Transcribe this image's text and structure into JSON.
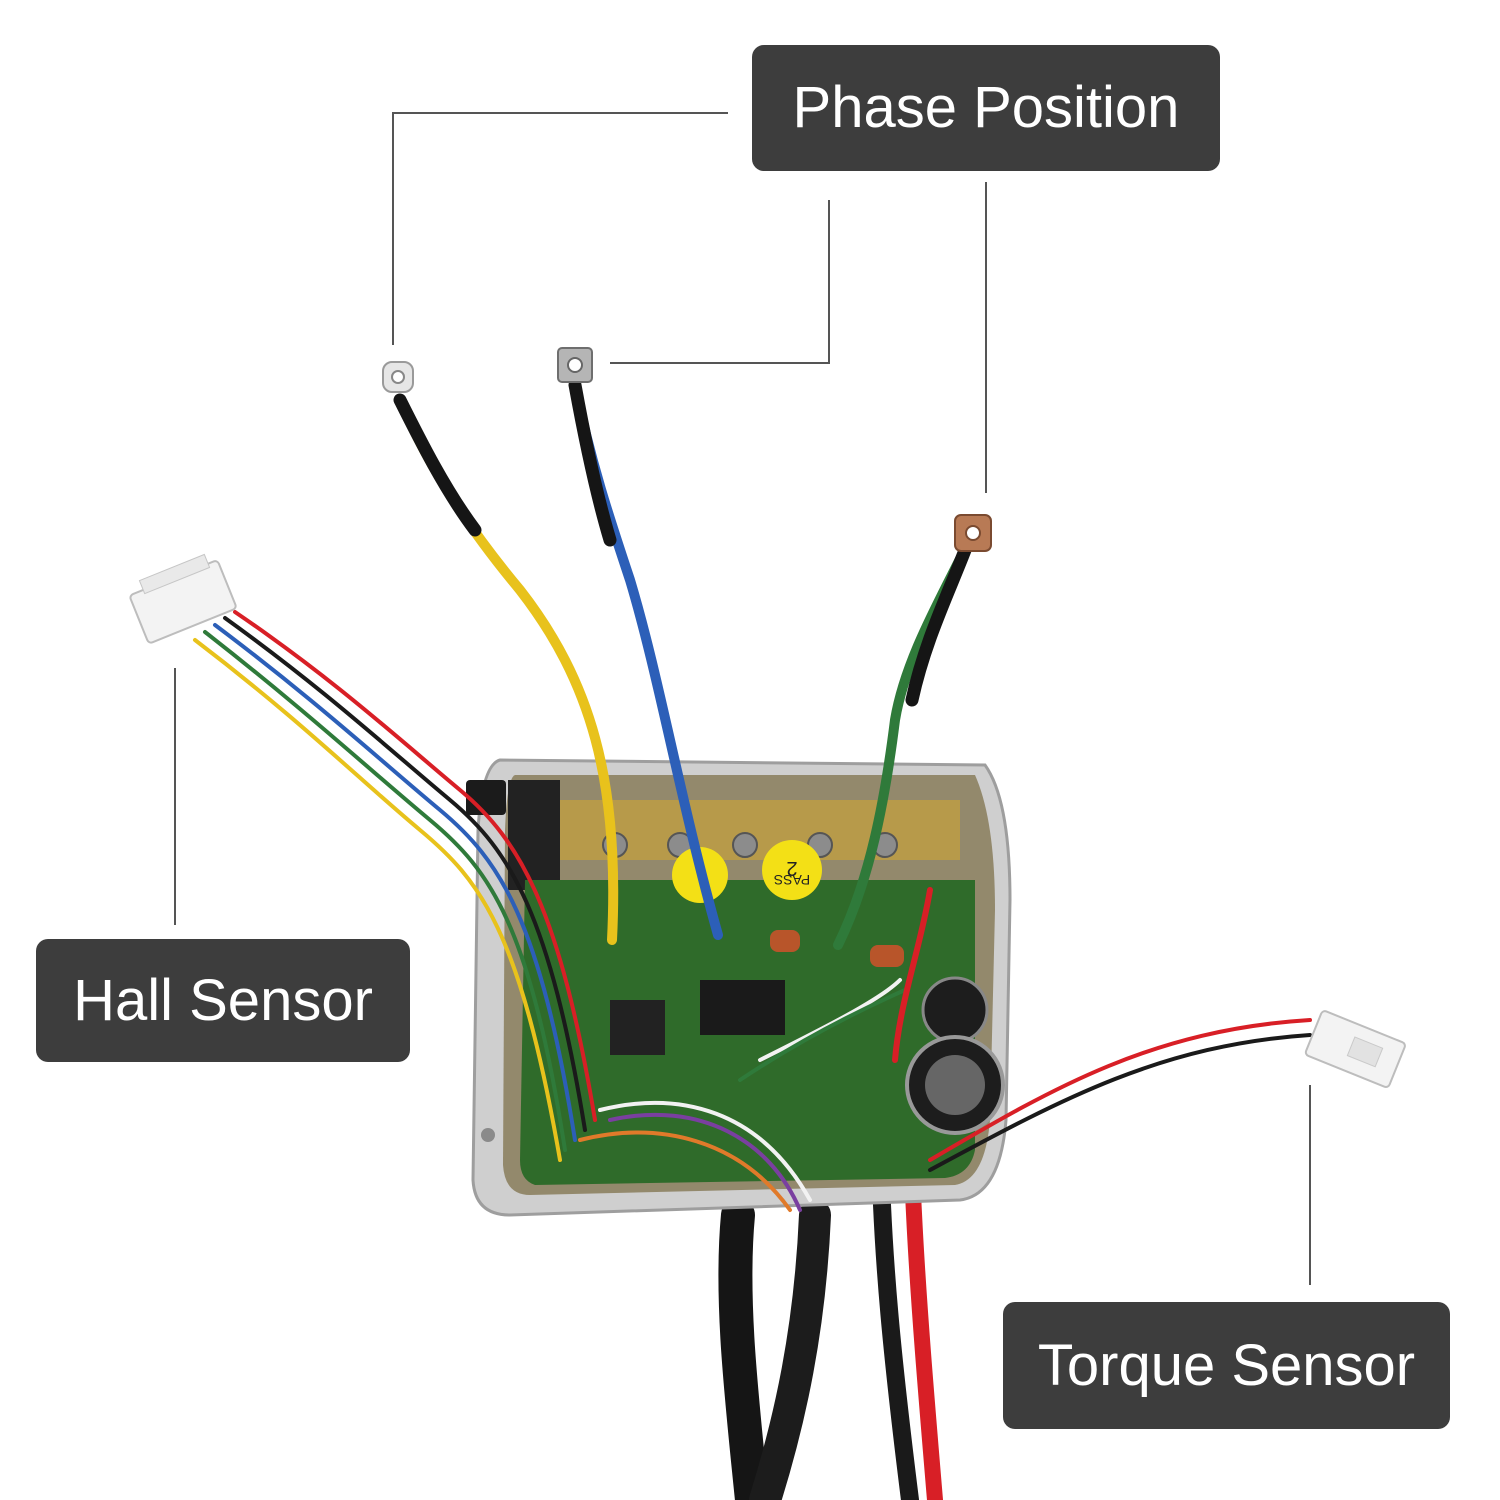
{
  "labels": {
    "phase_position": "Phase Position",
    "hall_sensor": "Hall Sensor",
    "torque_sensor": "Torque Sensor"
  },
  "board_markings": {
    "pass_sticker_number": "2",
    "pass_sticker_text": "PASS"
  },
  "colors": {
    "background": "#ffffff",
    "callout_fill": "#3d3d3d",
    "callout_text": "#ffffff",
    "leader_line": "#555555",
    "pcb_green": "#2f6b2a",
    "housing_silver": "#cfcfcf",
    "wire_yellow": "#e8c21c",
    "wire_blue": "#2c5fb8",
    "wire_green": "#2f7a3a",
    "wire_red": "#d81f26",
    "wire_black": "#1a1a1a"
  },
  "icons": [
    "ring-terminal-icon",
    "connector-plug-icon"
  ]
}
